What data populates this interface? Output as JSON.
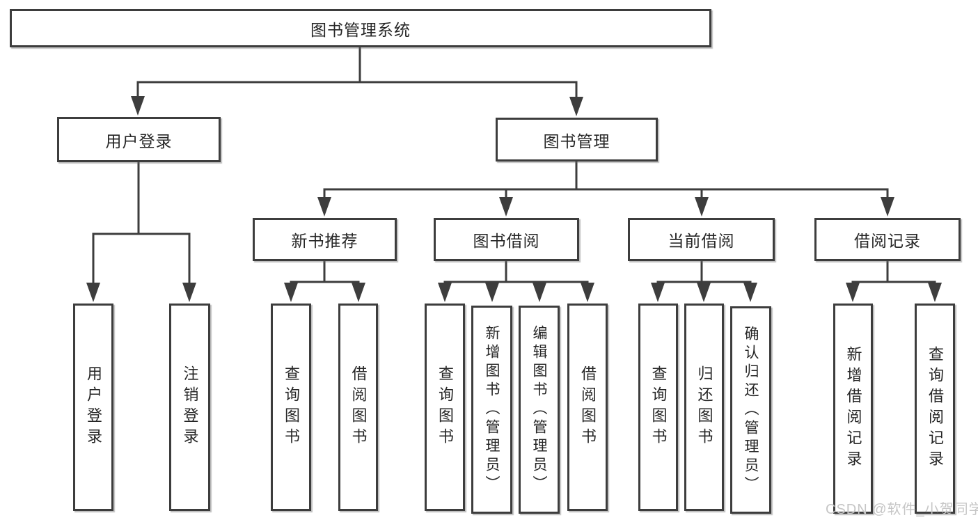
{
  "diagram": {
    "root": {
      "label": "图书管理系统"
    },
    "level2": [
      {
        "label": "用户登录"
      },
      {
        "label": "图书管理"
      }
    ],
    "level3": [
      {
        "label": "新书推荐"
      },
      {
        "label": "图书借阅"
      },
      {
        "label": "当前借阅"
      },
      {
        "label": "借阅记录"
      }
    ],
    "leaves": {
      "login": [
        {
          "label": "用户登录"
        },
        {
          "label": "注销登录"
        }
      ],
      "recommend": [
        {
          "label": "查询图书"
        },
        {
          "label": "借阅图书"
        }
      ],
      "borrow": [
        {
          "label": "查询图书"
        },
        {
          "label": "新增图书（管理员）"
        },
        {
          "label": "编辑图书（管理员）"
        },
        {
          "label": "借阅图书"
        }
      ],
      "current": [
        {
          "label": "查询图书"
        },
        {
          "label": "归还图书"
        },
        {
          "label": "确认归还（管理员）"
        }
      ],
      "records": [
        {
          "label": "新增借阅记录"
        },
        {
          "label": "查询借阅记录"
        }
      ]
    },
    "watermark": "CSDN @软件_小贺同学",
    "colors": {
      "line": "#3d3d3d",
      "text": "#262626",
      "watermark": "#c6c6c6",
      "background": "#ffffff"
    }
  }
}
